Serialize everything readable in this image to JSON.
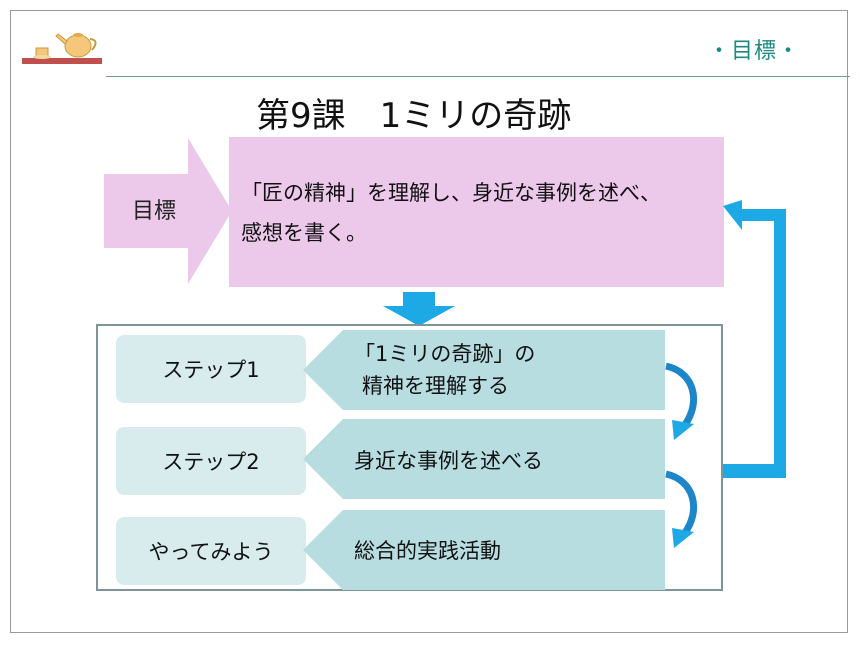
{
  "header": {
    "label": "・目標・"
  },
  "title": "第9課　1ミリの奇跡",
  "goal": {
    "label": "目標",
    "text_line1": "「匠の精神」を理解し、身近な事例を述べ、",
    "text_line2": "感想を書く。"
  },
  "steps": [
    {
      "label": "ステップ1",
      "text_line1": "「1ミリの奇跡」の",
      "text_line2": "精神を理解する"
    },
    {
      "label": "ステップ2",
      "text_line1": "身近な事例を述べる",
      "text_line2": ""
    },
    {
      "label": "やってみよう",
      "text_line1": "総合的実践活動",
      "text_line2": ""
    }
  ],
  "colors": {
    "goal_fill": "#ecc9ea",
    "arrow_blue": "#1ca9e6",
    "step_fill": "#b8dde0",
    "header_text": "#1a8a84"
  },
  "icons": [
    "teapot-logo-icon",
    "down-arrow-icon",
    "loop-arrow-icon",
    "curl-arrow-icon"
  ]
}
